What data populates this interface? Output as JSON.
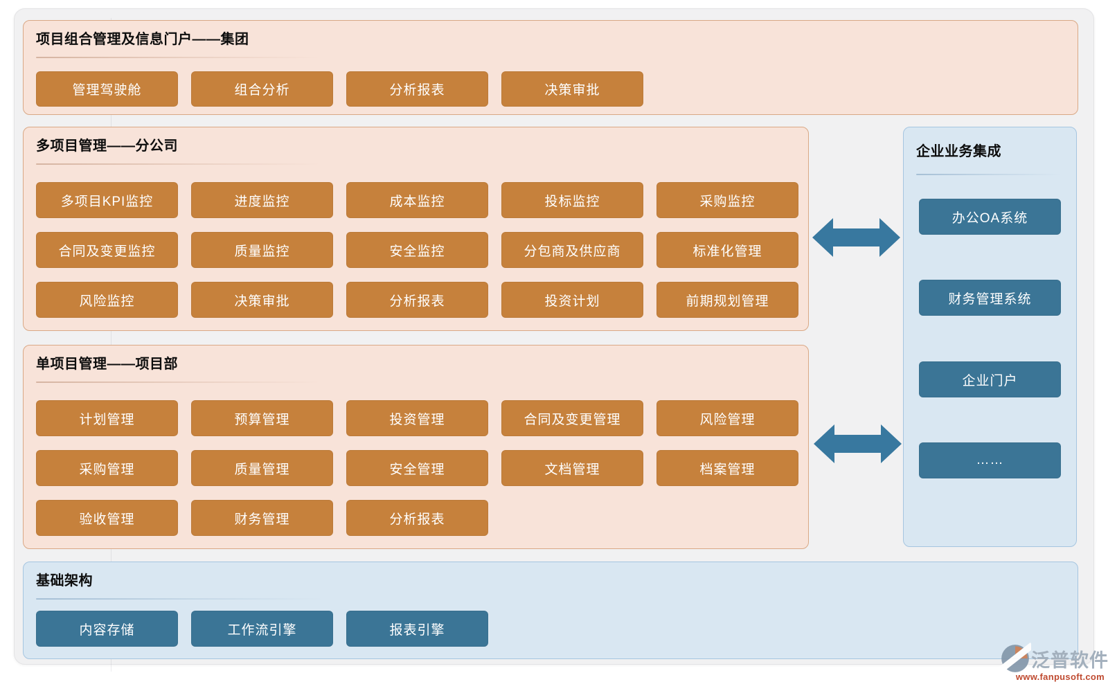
{
  "sections": {
    "portfolio": {
      "title": "项目组合管理及信息门户——集团",
      "buttons": [
        "管理驾驶舱",
        "组合分析",
        "分析报表",
        "决策审批"
      ]
    },
    "multi_project": {
      "title": "多项目管理——分公司",
      "buttons": [
        "多项目KPI监控",
        "进度监控",
        "成本监控",
        "投标监控",
        "采购监控",
        "合同及变更监控",
        "质量监控",
        "安全监控",
        "分包商及供应商",
        "标准化管理",
        "风险监控",
        "决策审批",
        "分析报表",
        "投资计划",
        "前期规划管理"
      ]
    },
    "single_project": {
      "title": "单项目管理——项目部",
      "buttons": [
        "计划管理",
        "预算管理",
        "投资管理",
        "合同及变更管理",
        "风险管理",
        "采购管理",
        "质量管理",
        "安全管理",
        "文档管理",
        "档案管理",
        "验收管理",
        "财务管理",
        "分析报表"
      ]
    },
    "integration": {
      "title": "企业业务集成",
      "buttons": [
        "办公OA系统",
        "财务管理系统",
        "企业门户",
        "……"
      ]
    },
    "infrastructure": {
      "title": "基础架构",
      "buttons": [
        "内容存储",
        "工作流引擎",
        "报表引擎"
      ]
    }
  },
  "icons": {
    "arrow_between_panels": "left-right-double-arrow",
    "logo_mark": "fanpu-circle-swoosh"
  },
  "watermark": {
    "brand": "泛普软件",
    "url": "www.fanpusoft.com"
  },
  "colors": {
    "module_orange": "#c6813c",
    "module_blue": "#3b7596",
    "peach_bg": "#f8e3d9",
    "peach_border": "#d9a885",
    "blue_bg": "#d9e7f2",
    "blue_border": "#a5c5e0",
    "arrow": "#38789f",
    "board_bg": "#f1f1f2",
    "brand_gray": "#a3b0bd",
    "url_red": "#bf4a30"
  }
}
